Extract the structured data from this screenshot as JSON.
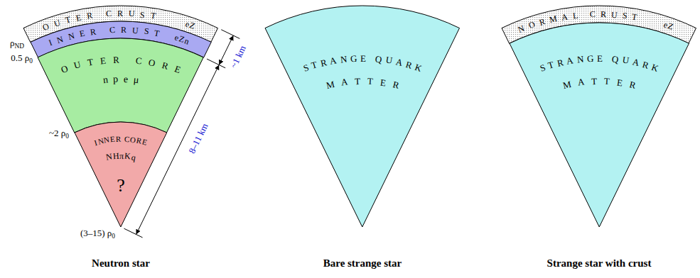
{
  "diagram": {
    "nodes": [
      {
        "text": [
          "OUTER CRUST",
          "eZ"
        ]
      },
      {
        "text": [
          "INNER CRUST",
          "eZn"
        ]
      },
      {
        "text": [
          "OUTER CORE",
          "n p e μ"
        ]
      },
      {
        "text": [
          "INNER CORE",
          "NHπKq",
          "?"
        ]
      },
      {
        "text": [
          "STRANGE QUARK MATTER"
        ]
      },
      {
        "text": [
          "NORMAL CRUST",
          "eZ"
        ]
      },
      {
        "text": [
          "STRANGE QUARK MATTER"
        ]
      }
    ],
    "labels": [
      "ρND",
      "0.5 ρ0",
      "~2 ρ0",
      "(3–15) ρ0",
      "~1 km",
      "8–11 km",
      "Neutron star",
      "Bare strange star",
      "Strange star with crust"
    ]
  }
}
